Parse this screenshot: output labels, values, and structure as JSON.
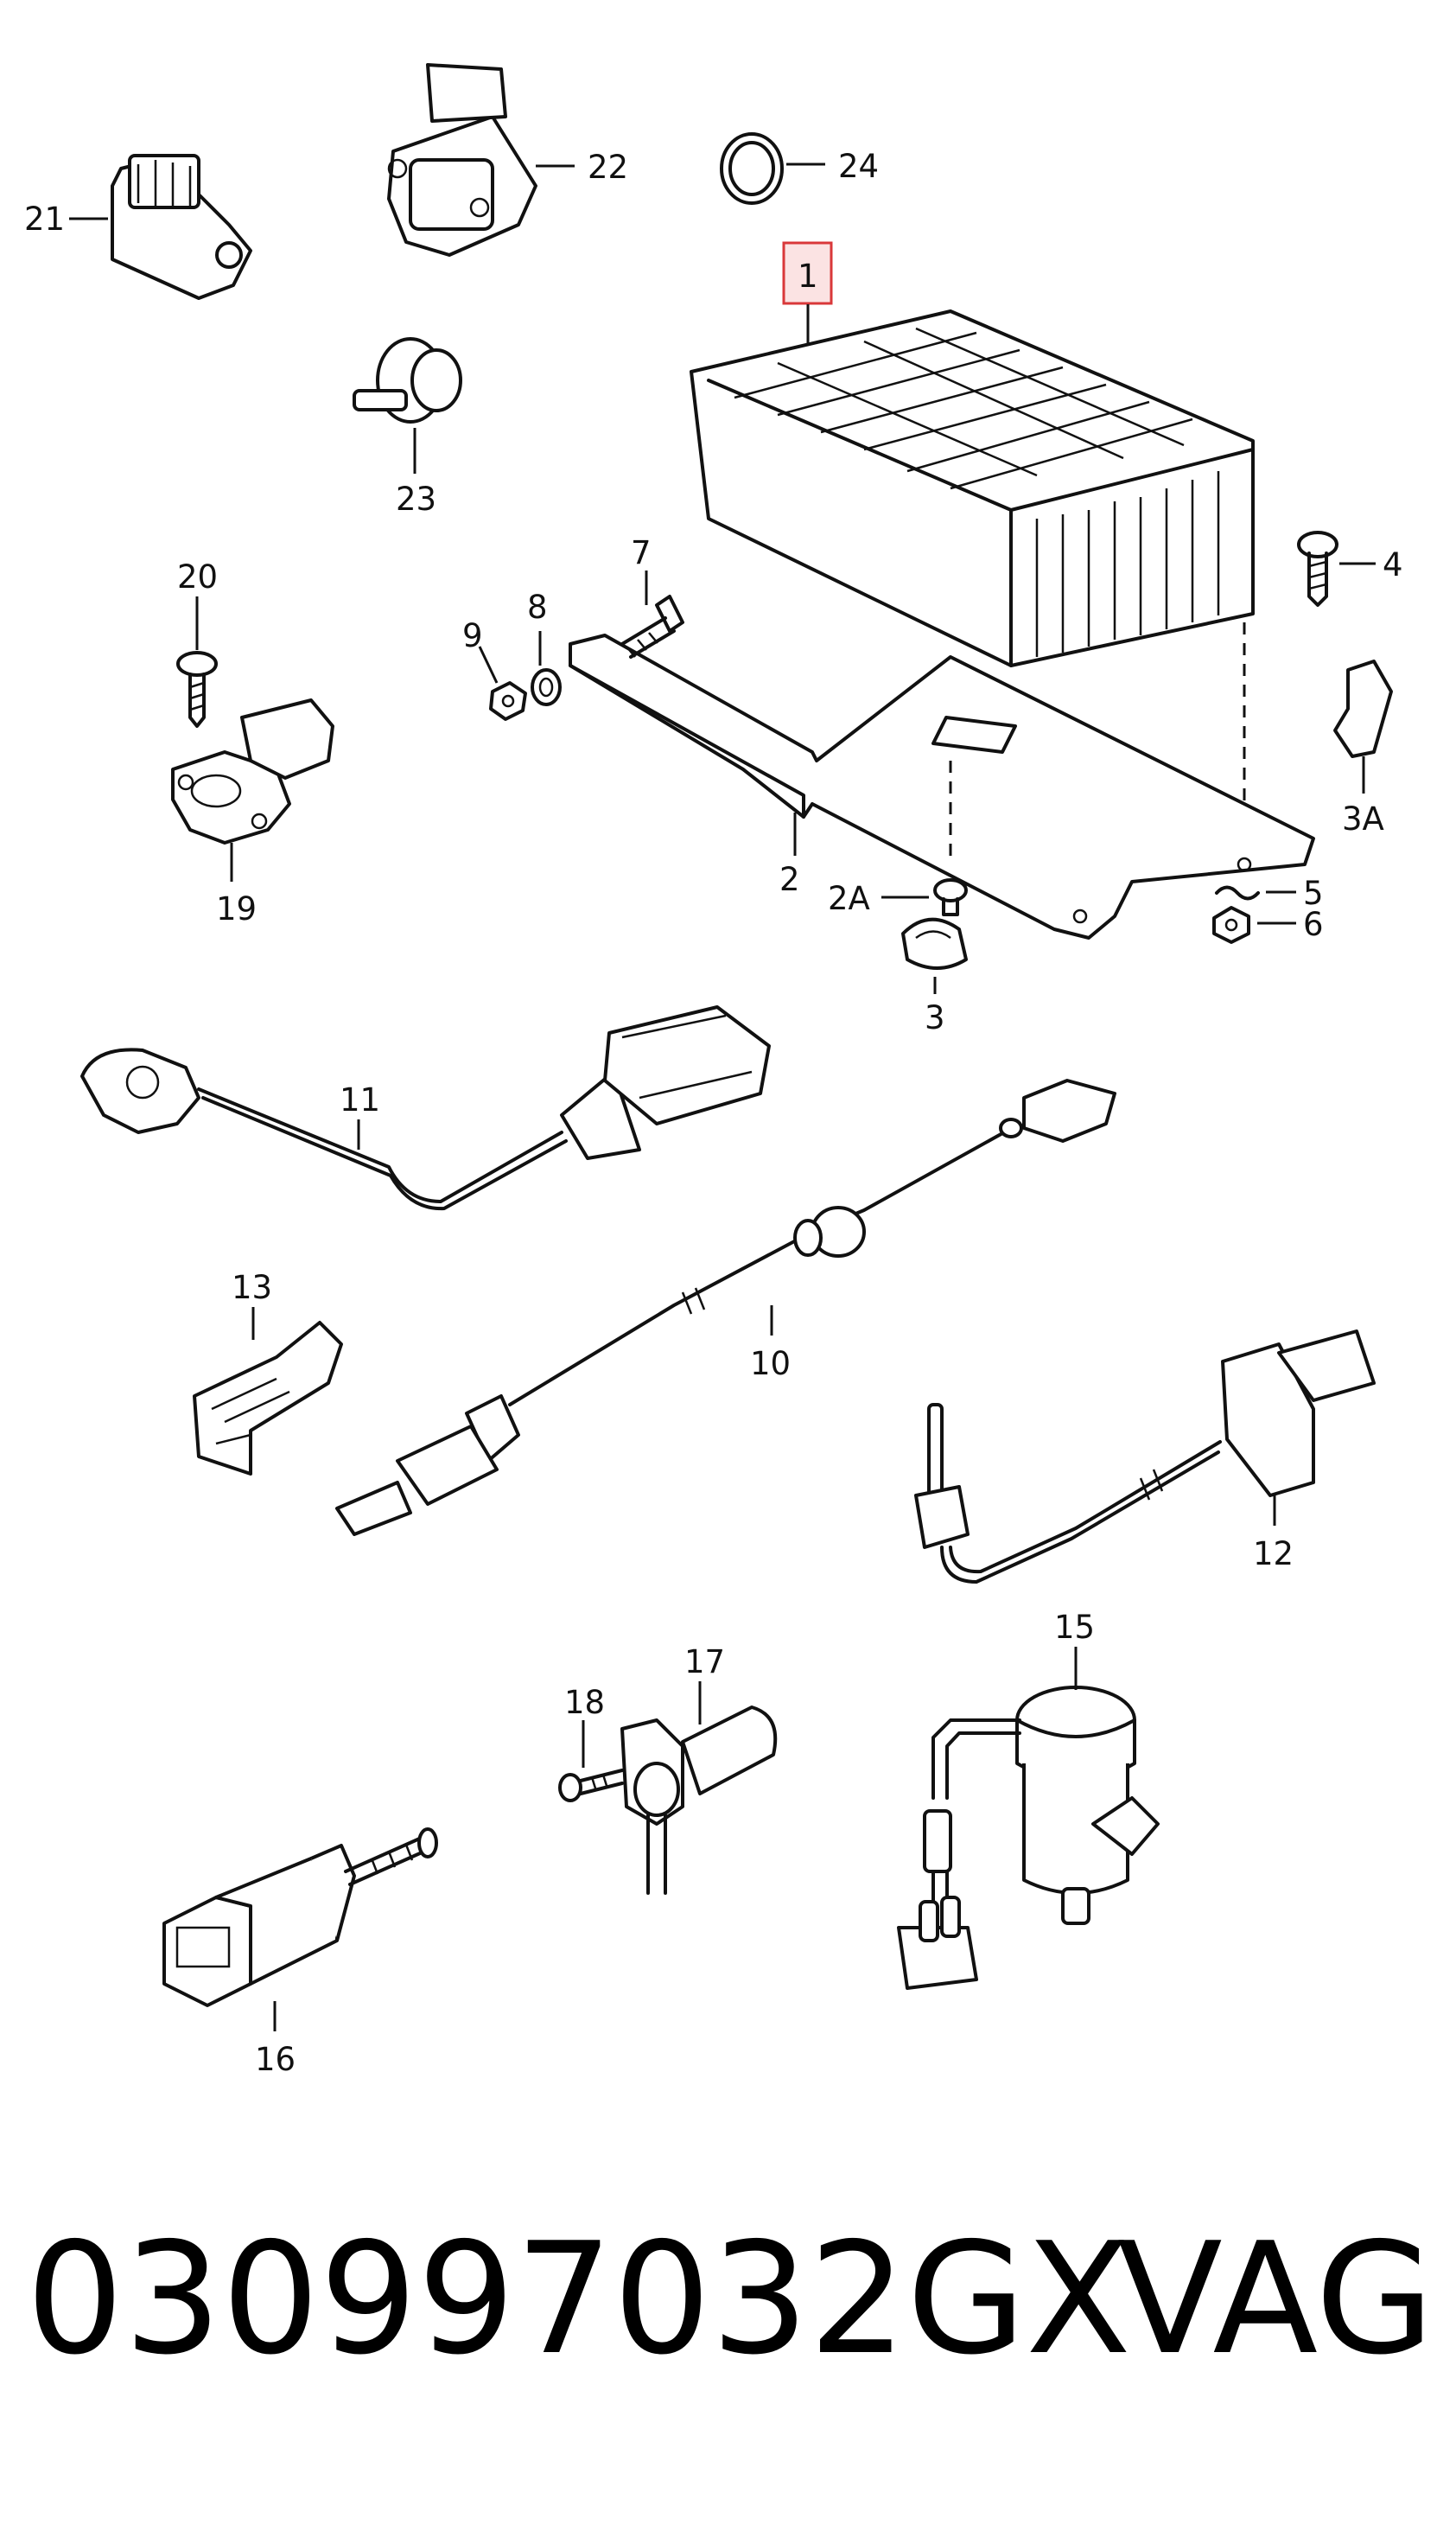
{
  "diagram": {
    "callouts": {
      "c1": "1",
      "c2": "2",
      "c2a": "2A",
      "c3": "3",
      "c3a": "3A",
      "c4": "4",
      "c5": "5",
      "c6": "6",
      "c7": "7",
      "c8": "8",
      "c9": "9",
      "c10": "10",
      "c11": "11",
      "c12": "12",
      "c13": "13",
      "c15": "15",
      "c16": "16",
      "c17": "17",
      "c18": "18",
      "c19": "19",
      "c20": "20",
      "c21": "21",
      "c22": "22",
      "c23": "23",
      "c24": "24"
    },
    "highlighted_callout": "1",
    "highlight_color": "#d9383a"
  },
  "footer": {
    "part_number": "030997032GX",
    "brand": "VAG"
  }
}
